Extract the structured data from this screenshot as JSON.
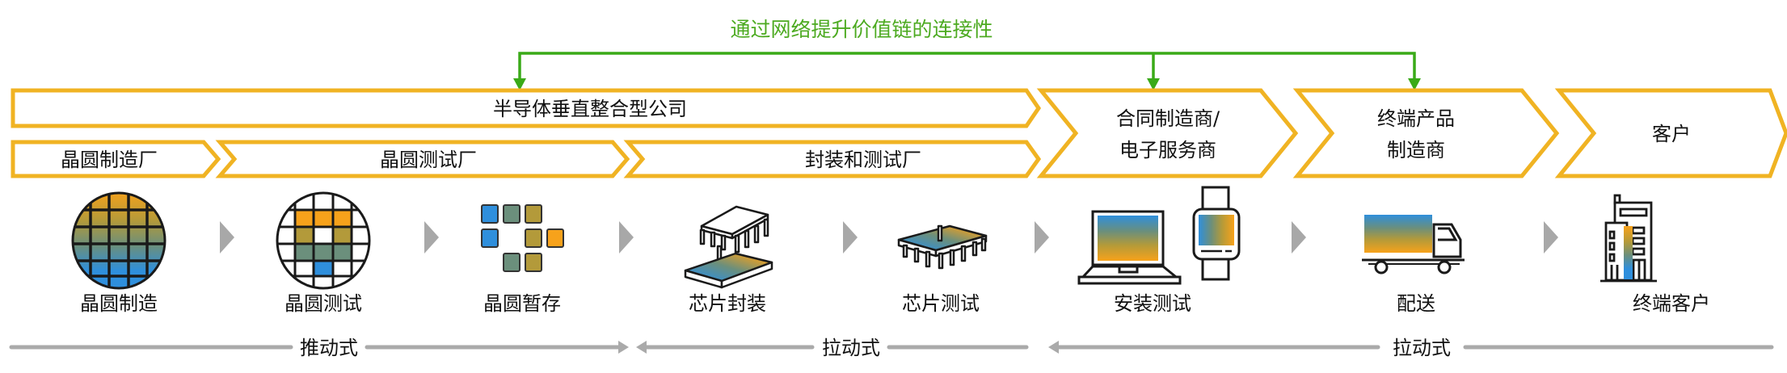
{
  "colors": {
    "chevron_stroke": "#f0b323",
    "connect_green": "#3aaa18",
    "label_green": "#4caa20",
    "step_arrow": "#a8a8a8",
    "flow_line": "#aaaaaa",
    "text": "#111111",
    "icon_orange": "#f7a21b",
    "icon_olive": "#b39a3a",
    "icon_sage": "#6b8f7c",
    "icon_blue": "#2f8fdc"
  },
  "connectivity": {
    "label": "通过网络提升价值链的连接性",
    "targets": [
      "半导体垂直整合型公司",
      "合同制造商/电子服务商",
      "终端产品制造商"
    ]
  },
  "stakeholders": {
    "idm": "半导体垂直整合型公司",
    "fab": "晶圆制造厂",
    "wafer_test": "晶圆测试厂",
    "osat": "封装和测试厂",
    "ems_line1": "合同制造商/",
    "ems_line2": "电子服务商",
    "oem_line1": "终端产品",
    "oem_line2": "制造商",
    "customer": "客户"
  },
  "steps": [
    {
      "label": "晶圆制造",
      "icon": "wafer-icon"
    },
    {
      "label": "晶圆测试",
      "icon": "wafer-test-icon"
    },
    {
      "label": "晶圆暂存",
      "icon": "die-bank-icon"
    },
    {
      "label": "芯片封装",
      "icon": "chip-packaging-icon"
    },
    {
      "label": "芯片测试",
      "icon": "chip-icon"
    },
    {
      "label": "安装测试",
      "icon": "laptop-watch-icon"
    },
    {
      "label": "配送",
      "icon": "truck-icon"
    },
    {
      "label": "终端客户",
      "icon": "building-icon"
    }
  ],
  "flows": [
    {
      "label": "推动式",
      "direction": "right"
    },
    {
      "label": "拉动式",
      "direction": "left"
    },
    {
      "label": "拉动式",
      "direction": "left"
    }
  ]
}
